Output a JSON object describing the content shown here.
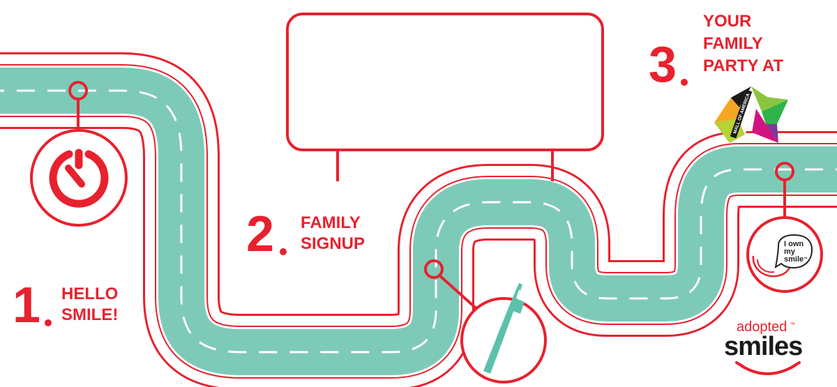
{
  "colors": {
    "accent": "#e8212e",
    "road": "#7ecab8",
    "lane": "#ffffff",
    "toothbrush": "#5cc1ab"
  },
  "steps": [
    {
      "number": "1",
      "line1": "HELLO",
      "line2": "SMILE!"
    },
    {
      "number": "2",
      "line1": "FAMILY",
      "line2": "SIGNUP"
    },
    {
      "number": "3",
      "line1": "YOUR",
      "line2": "FAMILY",
      "line3": "PARTY AT"
    }
  ],
  "mall_logo": {
    "text": "MALL OF AMERICA"
  },
  "badge": {
    "line1": "I own",
    "line2": "my",
    "line3": "smile",
    "tm": "™"
  },
  "brand": {
    "top": "adopted",
    "bottom": "smiles",
    "tm": "™"
  },
  "icons": [
    "timer-icon",
    "toothbrush-icon",
    "mall-of-america-star-logo",
    "i-own-my-smile-badge",
    "adopted-smiles-logo"
  ]
}
